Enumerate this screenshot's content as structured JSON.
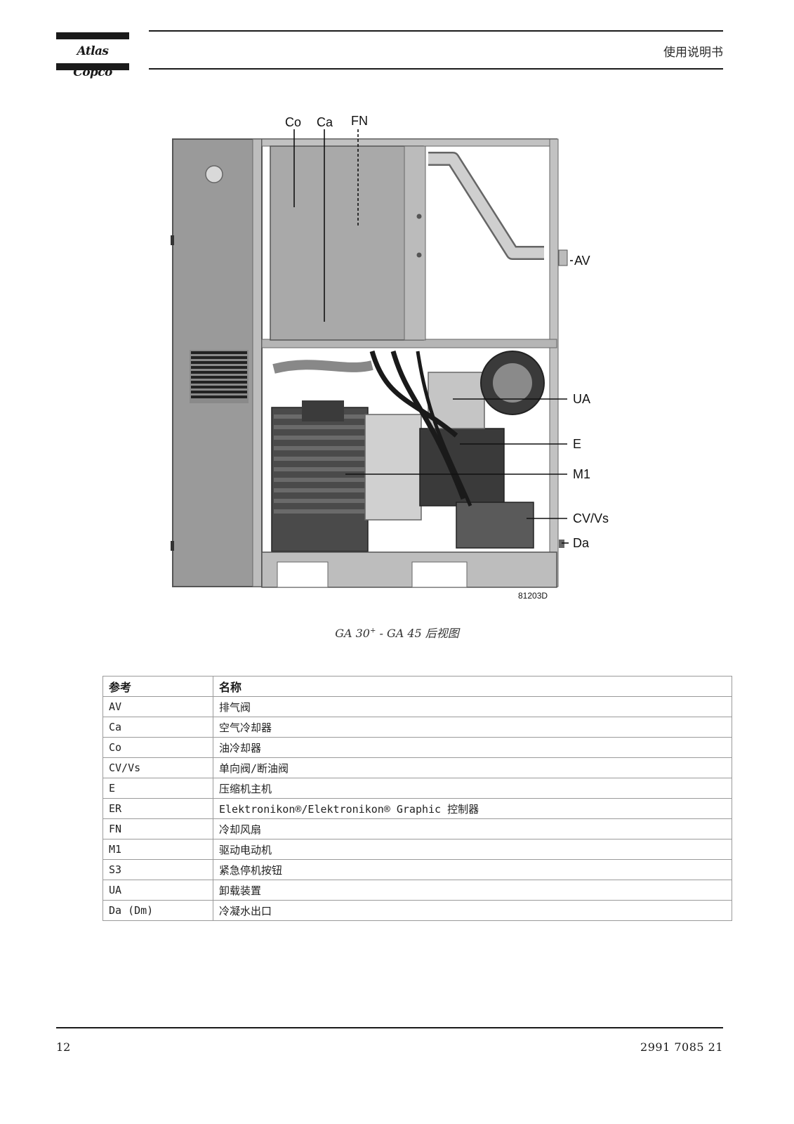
{
  "header": {
    "logo_text": "Atlas Copco",
    "doc_type": "使用说明书"
  },
  "figure": {
    "callouts": {
      "co": "Co",
      "ca": "Ca",
      "fn": "FN",
      "av": "AV",
      "ua": "UA",
      "e": "E",
      "m1": "M1",
      "cvvs": "CV/Vs",
      "da": "Da"
    },
    "image_code": "81203D"
  },
  "caption": {
    "prefix": "GA 30",
    "sup": "+",
    "suffix": " - GA 45 后视图"
  },
  "table": {
    "headers": [
      "参考",
      "名称"
    ],
    "rows": [
      [
        "AV",
        "排气阀"
      ],
      [
        "Ca",
        "空气冷却器"
      ],
      [
        "Co",
        "油冷却器"
      ],
      [
        "CV/Vs",
        "单向阀/断油阀"
      ],
      [
        "E",
        "压缩机主机"
      ],
      [
        "ER",
        "Elektronikon®/Elektronikon® Graphic 控制器"
      ],
      [
        "FN",
        "冷却风扇"
      ],
      [
        "M1",
        "驱动电动机"
      ],
      [
        "S3",
        "紧急停机按钮"
      ],
      [
        "UA",
        "卸载装置"
      ],
      [
        "Da (Dm)",
        "冷凝水出口"
      ]
    ]
  },
  "footer": {
    "page_number": "12",
    "doc_number": "2991 7085 21"
  }
}
